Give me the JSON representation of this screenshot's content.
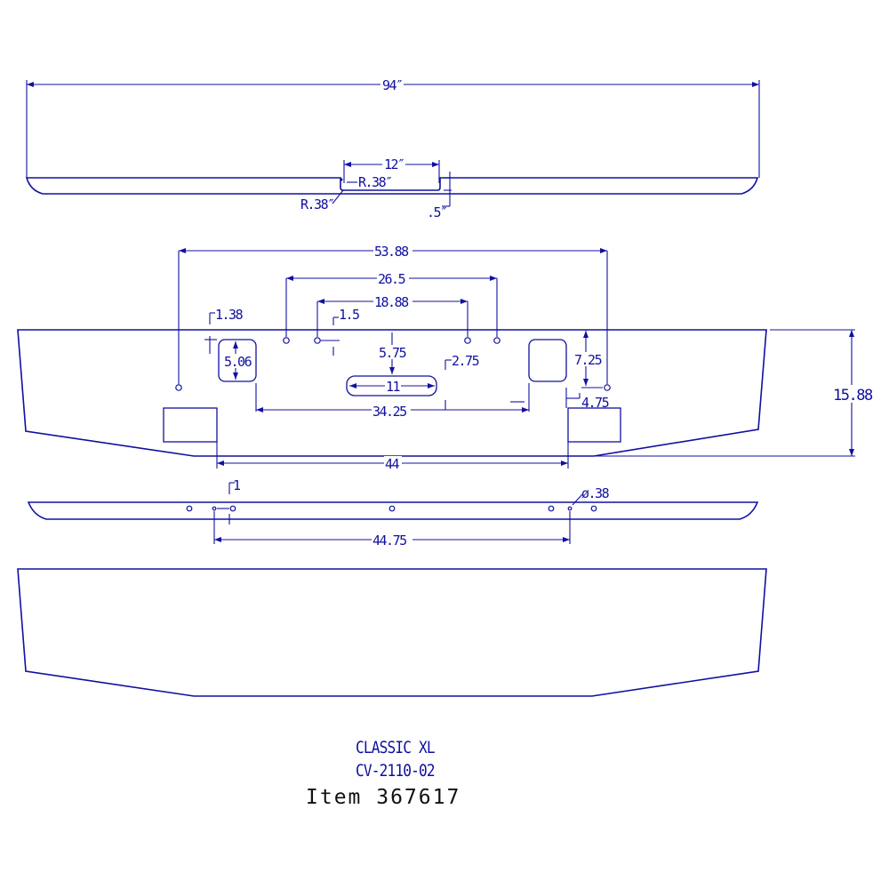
{
  "title_lines": {
    "model": "CLASSIC XL",
    "part_number": "CV-2110-02",
    "item": "Item 367617"
  },
  "top_view": {
    "overall_width": "94″",
    "slot_width": "12″",
    "inner_radius": "R.38″",
    "outer_radius": "R.38″",
    "slot_depth": ".5″"
  },
  "front_view": {
    "mount_hole_span": "53.88",
    "outer_hole_span": "26.5",
    "inner_hole_span": "18.88",
    "edge_offset_left": "1.38",
    "hole_offset": "1.5",
    "cutout_height": "5.06",
    "center_drop": "5.75",
    "slot_offset": "2.75",
    "right_hole_drop": "7.25",
    "slot_length": "11",
    "cutout_span": "34.25",
    "right_offset": "4.75",
    "lower_cutout_span": "44",
    "overall_height": "15.88"
  },
  "bottom_view": {
    "hole_offset": "1",
    "hole_diameter": "ø.38",
    "hole_span": "44.75"
  }
}
